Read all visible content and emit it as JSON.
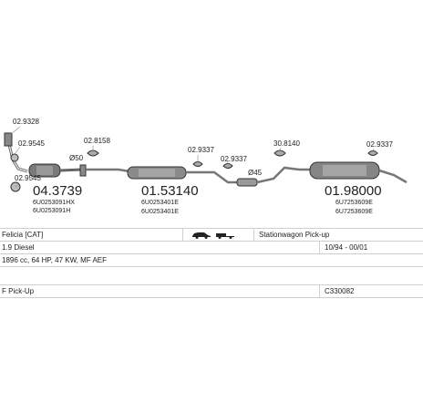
{
  "diagram": {
    "part_numbers": {
      "clamp_top": "02.9328",
      "clamp_second": "02.9545",
      "gasket_left": "02.9545",
      "flange_label": "Ø50",
      "hanger_front": "02.8158",
      "hanger_mid1": "02.9337",
      "hanger_mid2": "02.9337",
      "hanger_rear_a": "30.8140",
      "hanger_rear_b": "02.9337",
      "dia_mid": "Ø45"
    },
    "front_pipe": {
      "code": "04.3739",
      "oem": [
        "6U0253091HX",
        "6U0253091H"
      ]
    },
    "middle": {
      "code": "01.53140",
      "oem": [
        "6U0253401E",
        "6U0253401E"
      ]
    },
    "rear": {
      "code": "01.98000",
      "oem": [
        "6U7253609E",
        "6U7253609E"
      ]
    }
  },
  "table": {
    "row1": {
      "model": "Felicia  [CAT]",
      "body": "Stationwagon Pick-up"
    },
    "row2": {
      "engine": "1.9 Diesel",
      "years": "10/94 - 00/01"
    },
    "row3": {
      "spec": "1896 cc, 64 HP, 47 KW, MF AEF"
    },
    "row4": {
      "type": "F Pick-Up",
      "ref": "C330082"
    }
  }
}
